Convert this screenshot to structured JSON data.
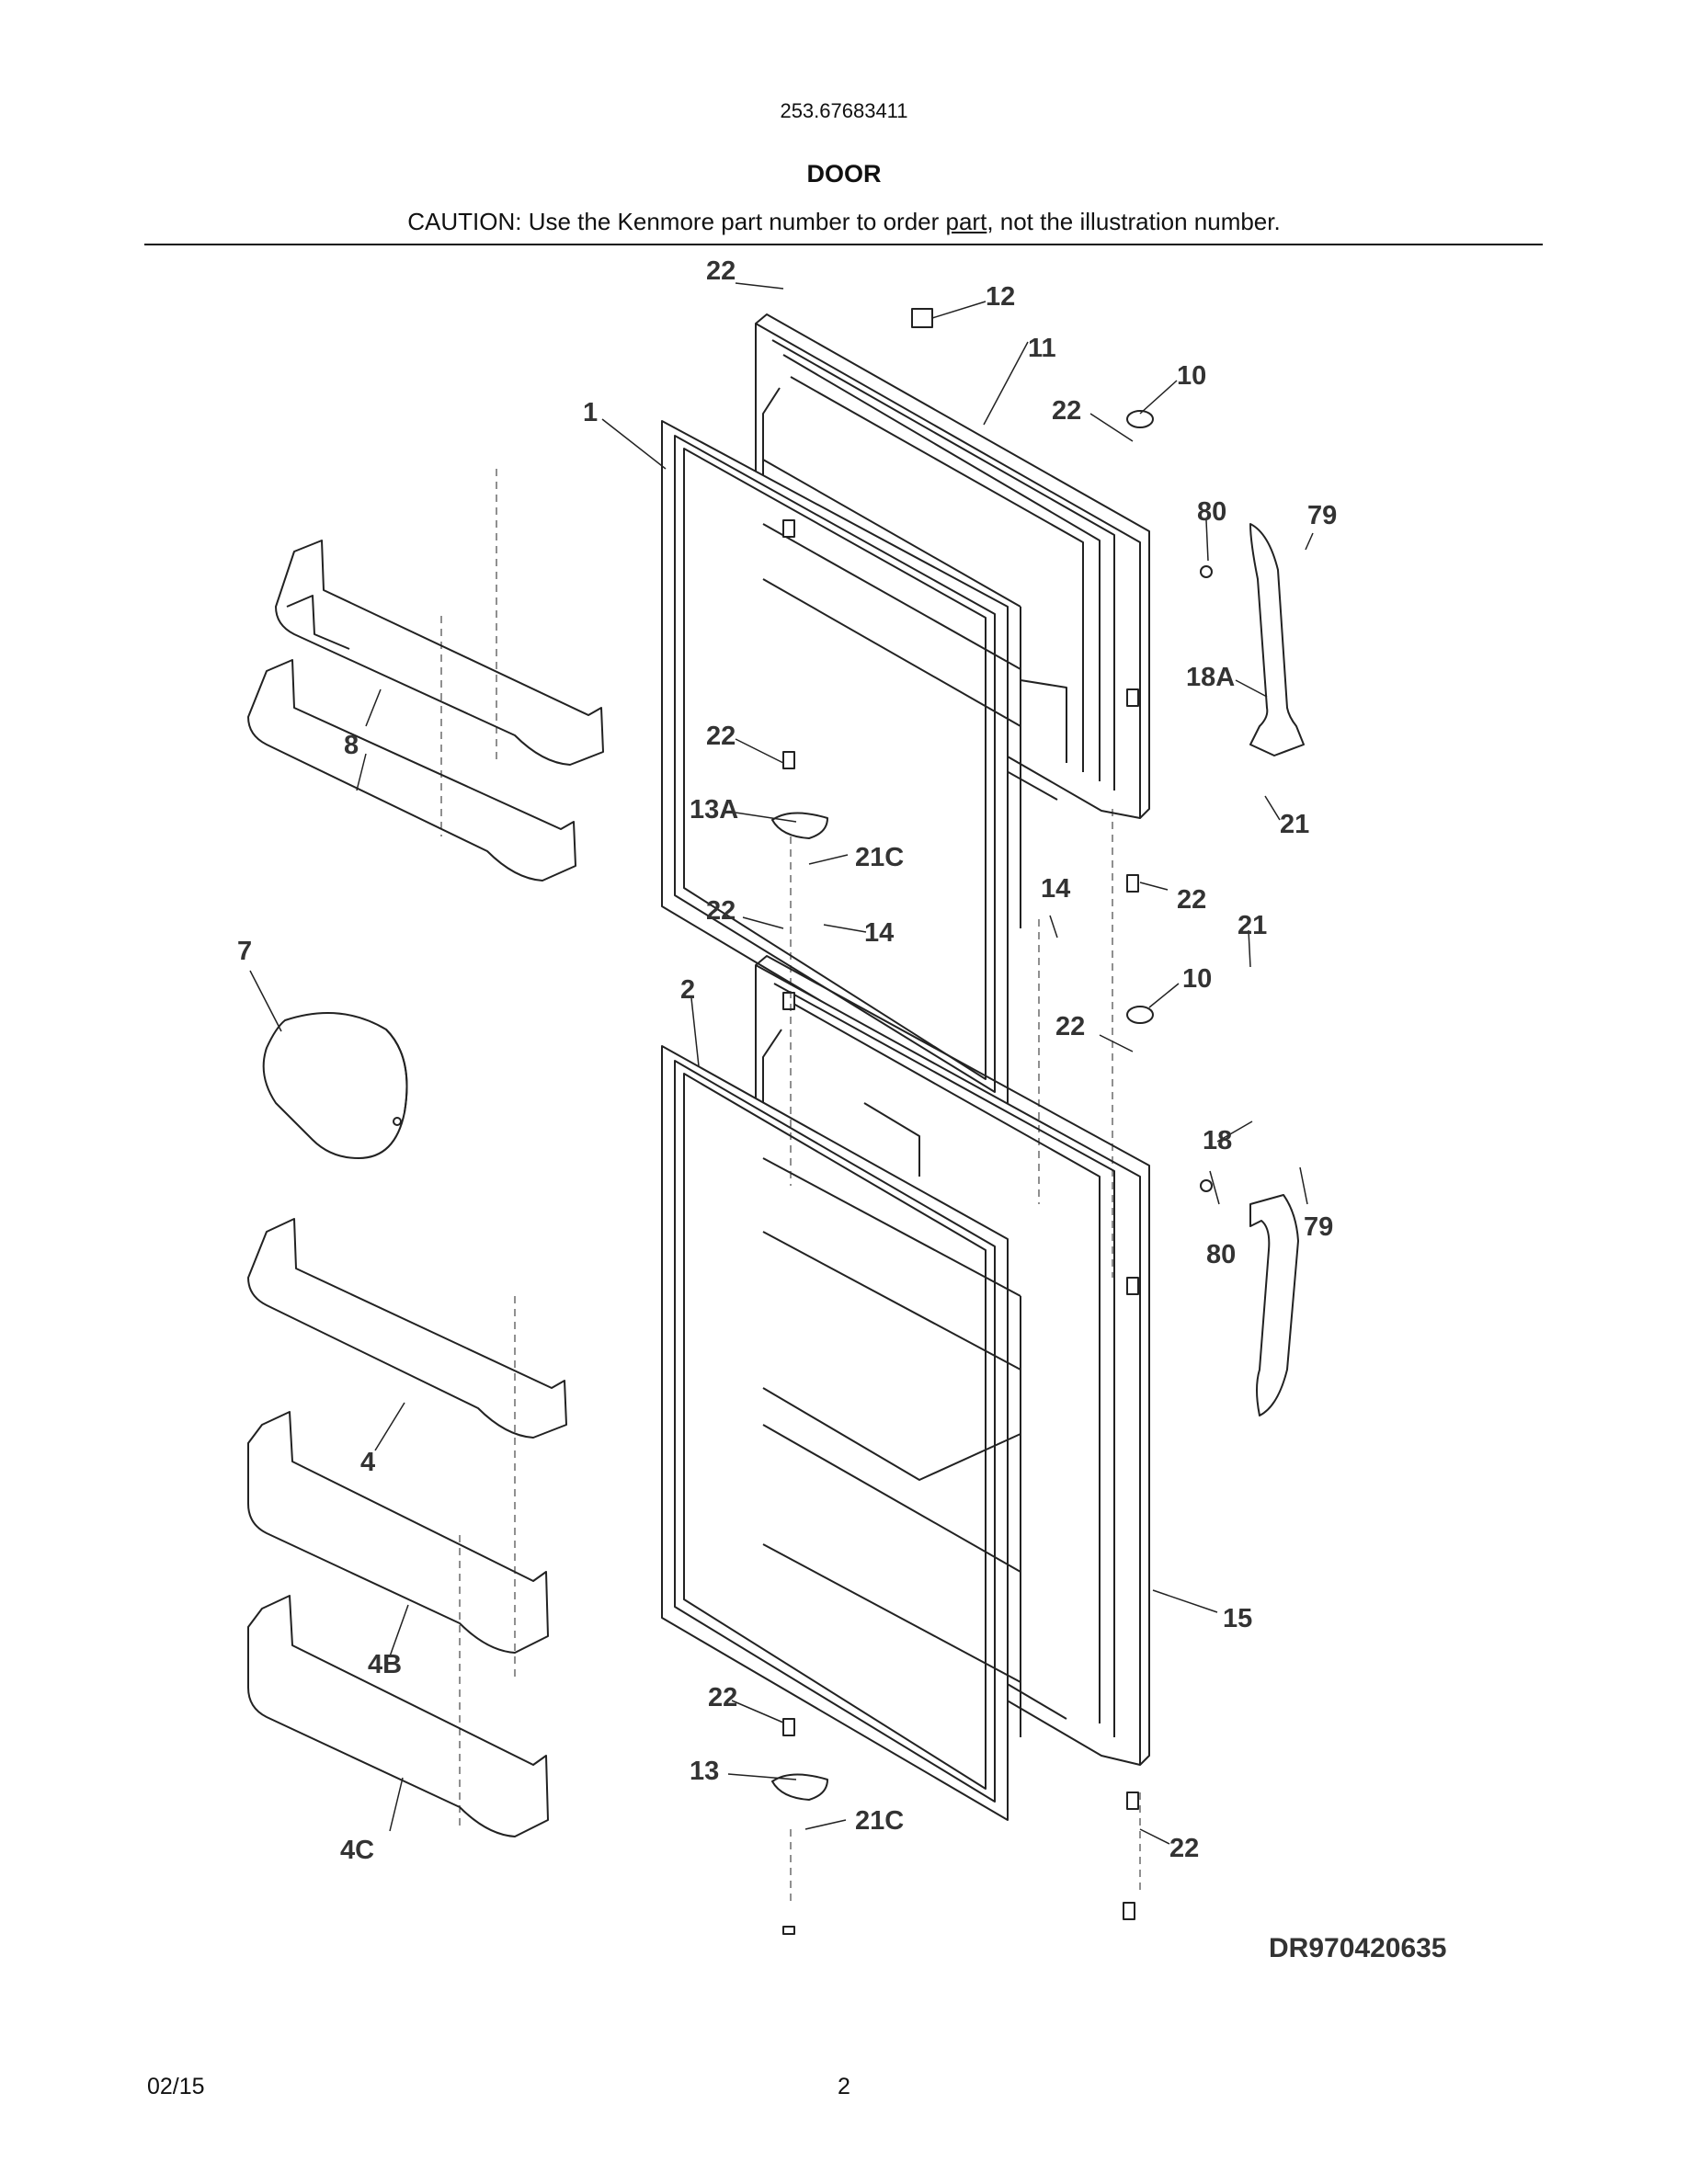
{
  "header": {
    "model_number": "253.67683411",
    "section_title": "DOOR",
    "caution_prefix": "CAUTION: Use the Kenmore part number to order ",
    "caution_underlined": "part",
    "caution_suffix": ", not the illustration number."
  },
  "diagram": {
    "part_labels": [
      "22",
      "12",
      "11",
      "10",
      "1",
      "22",
      "80",
      "79",
      "18A",
      "8",
      "22",
      "13A",
      "21C",
      "21",
      "22",
      "14",
      "22",
      "14",
      "21",
      "7",
      "2",
      "10",
      "22",
      "18",
      "80",
      "79",
      "4",
      "4B",
      "15",
      "22",
      "13",
      "21C",
      "4C",
      "22"
    ]
  },
  "footer": {
    "document_id": "DR970420635",
    "date": "02/15",
    "page_number": "2"
  }
}
